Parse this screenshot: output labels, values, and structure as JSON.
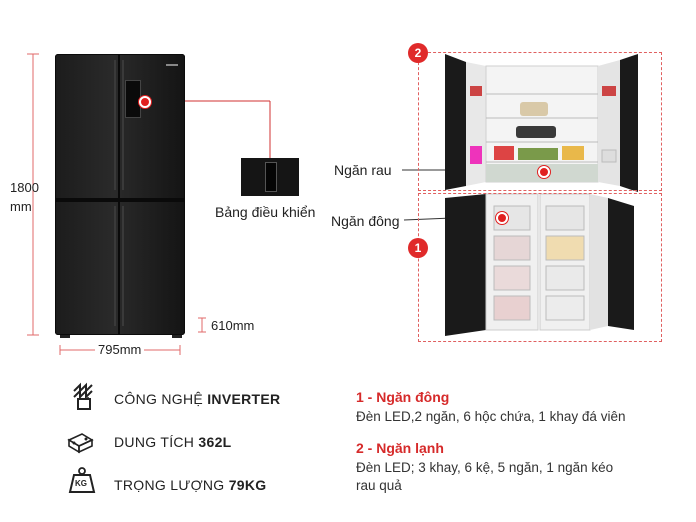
{
  "dimensions": {
    "height_value": "1800",
    "height_unit": "mm",
    "width": "795mm",
    "depth": "610mm"
  },
  "control_panel": {
    "label": "Bảng điều khiển"
  },
  "compartments": {
    "veg_label": "Ngăn rau",
    "freezer_label": "Ngăn đông",
    "badge_1": "1",
    "badge_2": "2"
  },
  "features": [
    {
      "icon": "inverter-chip-icon",
      "label": "CÔNG NGHỆ ",
      "value": "INVERTER"
    },
    {
      "icon": "capacity-icon",
      "label": "DUNG TÍCH ",
      "value": "362L"
    },
    {
      "icon": "weight-kg-icon",
      "label": "TRỌNG LƯỢNG ",
      "value": "79KG",
      "badge": "KG"
    }
  ],
  "specs": [
    {
      "title": "1 - Ngăn đông",
      "desc": "Đèn LED,2 ngăn, 6 hộc chứa, 1 khay đá viên"
    },
    {
      "title": "2 - Ngăn lạnh",
      "desc": "Đèn LED; 3 khay, 6 kệ, 5 ngăn, 1 ngăn kéo rau quả"
    }
  ],
  "colors": {
    "accent_red": "#e02a2a",
    "fridge_black": "#1c1c1c"
  }
}
